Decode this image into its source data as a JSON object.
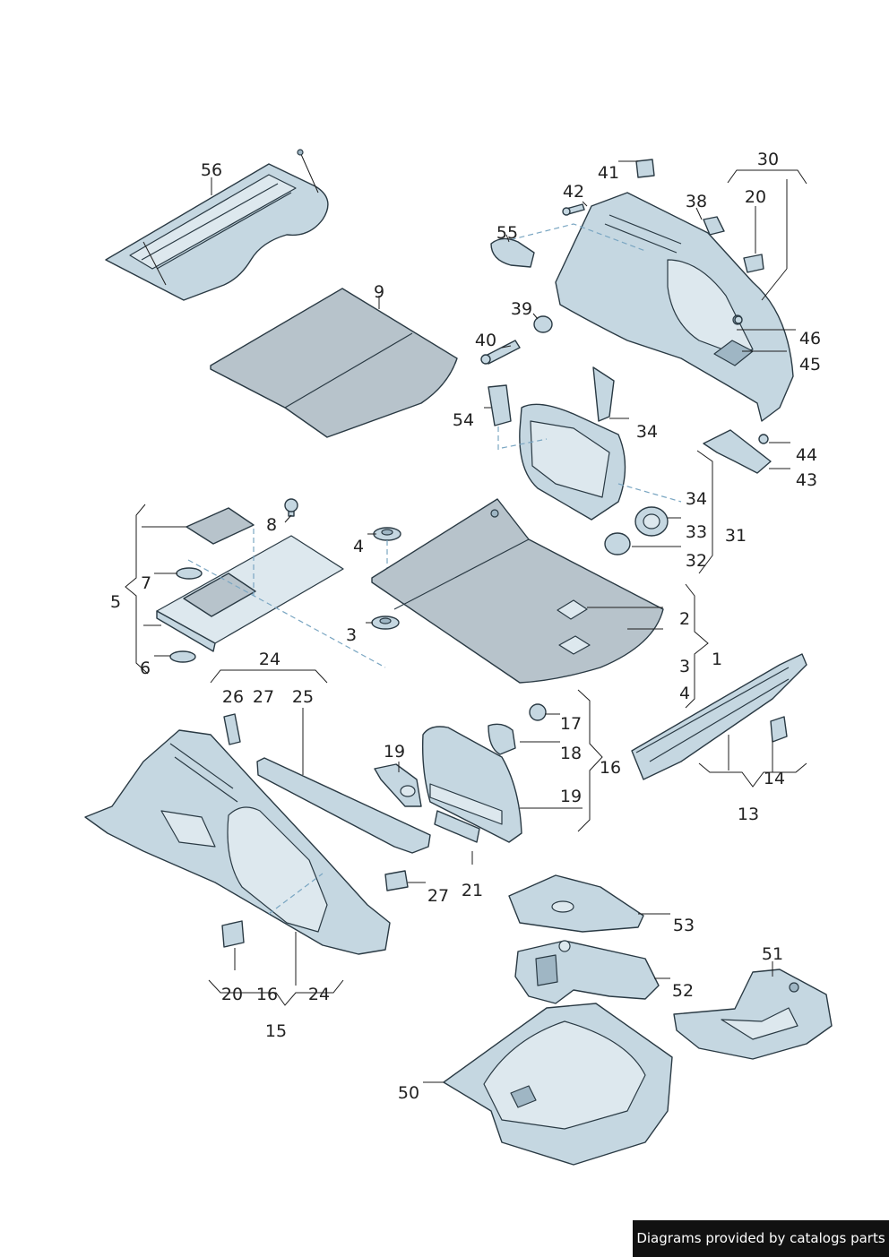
{
  "callouts": {
    "c1": "1",
    "c2": "2",
    "c3a": "3",
    "c3b": "3",
    "c4a": "4",
    "c4b": "4",
    "c5": "5",
    "c6": "6",
    "c7": "7",
    "c8": "8",
    "c9": "9",
    "c13": "13",
    "c14": "14",
    "c15": "15",
    "c16a": "16",
    "c16b": "16",
    "c17": "17",
    "c18": "18",
    "c19a": "19",
    "c19b": "19",
    "c20a": "20",
    "c20b": "20",
    "c21": "21",
    "c24a": "24",
    "c24b": "24",
    "c25": "25",
    "c26": "26",
    "c27a": "27",
    "c27b": "27",
    "c30": "30",
    "c31": "31",
    "c32": "32",
    "c33": "33",
    "c34a": "34",
    "c34b": "34",
    "c38": "38",
    "c39": "39",
    "c40": "40",
    "c41": "41",
    "c42": "42",
    "c43": "43",
    "c44": "44",
    "c45": "45",
    "c46": "46",
    "c50": "50",
    "c51": "51",
    "c52": "52",
    "c53": "53",
    "c54": "54",
    "c55": "55",
    "c56": "56"
  },
  "footer": {
    "text": "Diagrams provided by catalogs parts"
  },
  "colors": {
    "part_fill": "#c5d7e1",
    "outline": "#2a3a44",
    "footer_bg": "#111111"
  }
}
